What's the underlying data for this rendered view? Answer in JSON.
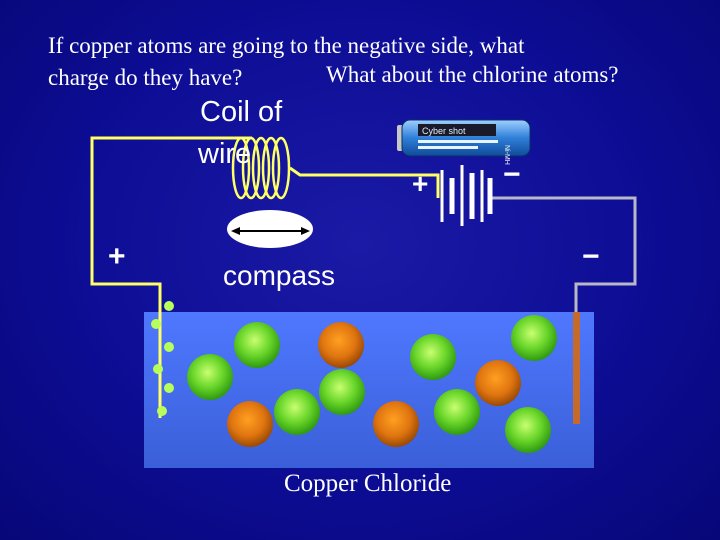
{
  "question": {
    "line1": "If copper atoms are going to the negative side, what",
    "line2": "charge do they have?",
    "line2b": "What about the chlorine atoms?"
  },
  "labels": {
    "coil_line1": "Coil of",
    "coil_line2": "wire",
    "compass": "compass",
    "solution": "Copper Chloride",
    "plus_left": "+",
    "plus_battery": "+",
    "minus_battery": "−",
    "minus_right": "−"
  },
  "battery_label": {
    "brand": "Cyber shot",
    "type": "Ni-MH"
  },
  "colors": {
    "background": "#0d0d95",
    "positive_wire": "#ffff66",
    "negative_wire": "#b0b0c0",
    "copper_atom": "#d07010",
    "chlorine_atom": "#66dd22",
    "solution": "#4a6fe0",
    "negative_electrode": "#c56a2a"
  },
  "icons": {
    "battery": "battery-icon",
    "compass": "compass-icon",
    "coil": "coil-icon"
  }
}
